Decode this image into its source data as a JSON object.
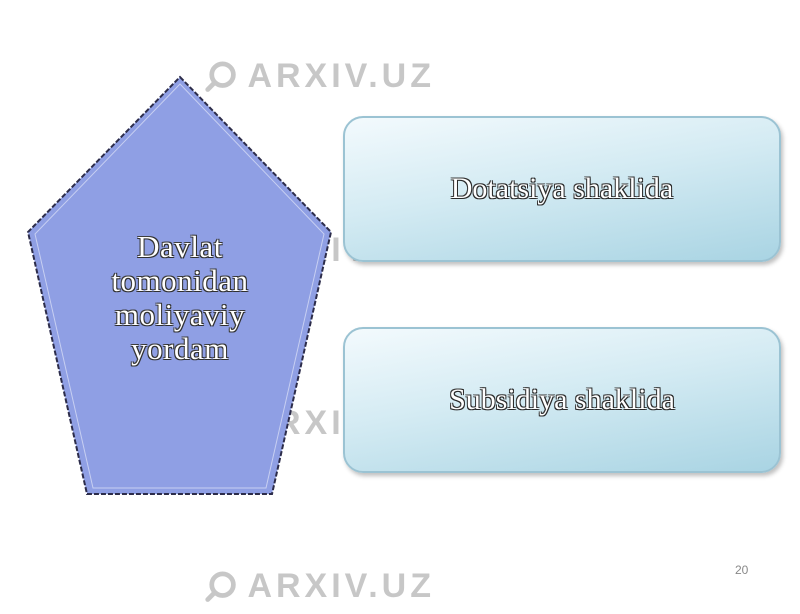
{
  "diagram": {
    "main_shape": {
      "lines": [
        "Davlat",
        "tomonidan",
        "moliyaviy",
        "yordam"
      ],
      "fill": "#8f9fe4"
    },
    "boxes": [
      {
        "label": "Dotatsiya shaklida"
      },
      {
        "label": "Subsidiya shaklida"
      }
    ]
  },
  "watermark": {
    "text": "ARXIV.UZ",
    "icon": "magnifier-logo-icon"
  },
  "page_number": "20"
}
